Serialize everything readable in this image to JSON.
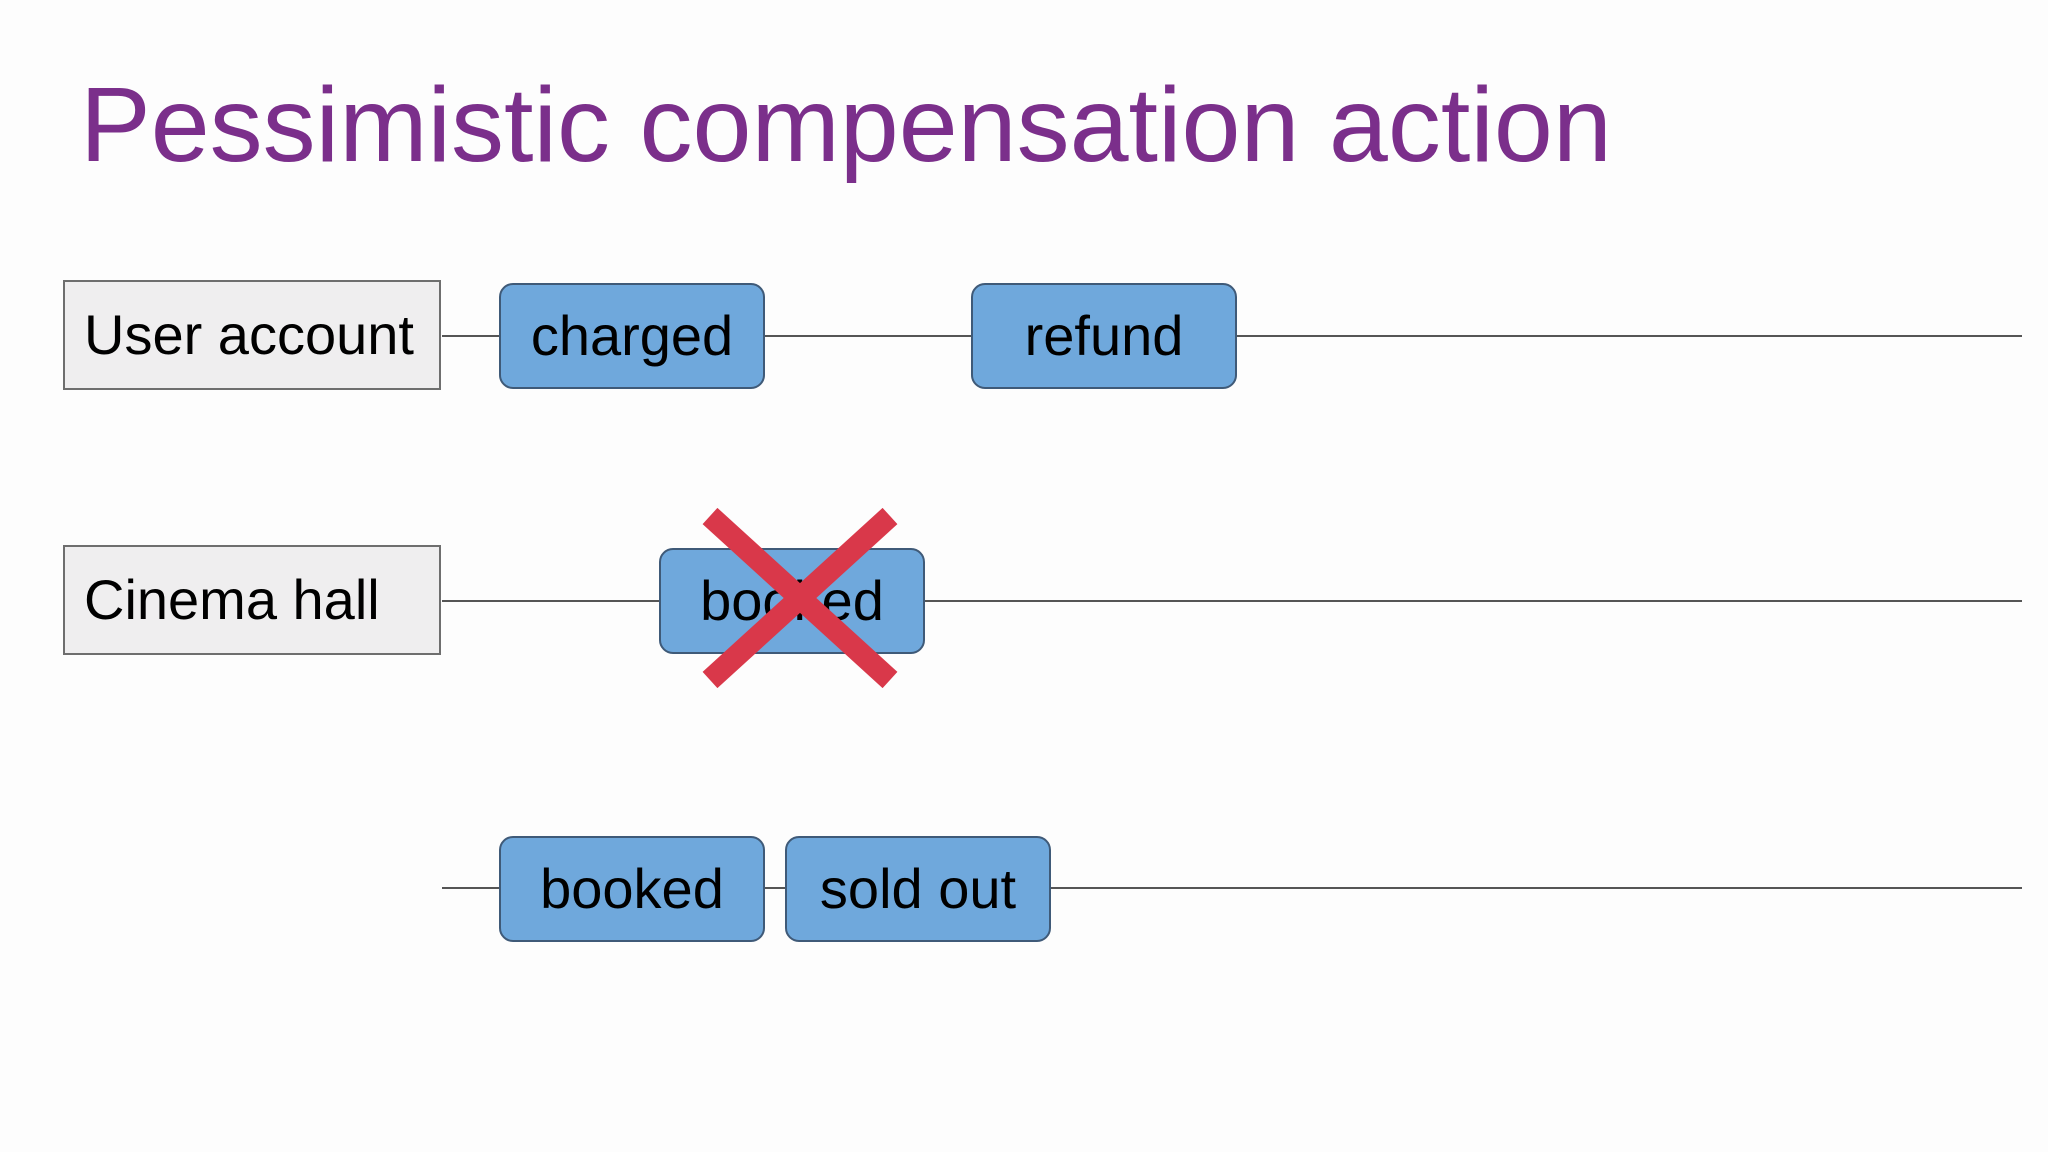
{
  "title": "Pessimistic compensation action",
  "colors": {
    "title": "#7b2f8b",
    "event_fill": "#6fa8dc",
    "event_border": "#3f5a78",
    "lane_fill": "#efeeef",
    "lane_border": "#6e6e6e",
    "line": "#555555",
    "cancel_mark": "#d9384a"
  },
  "lanes": [
    {
      "label": "User account",
      "events": [
        {
          "label": "charged"
        },
        {
          "label": "refund"
        }
      ]
    },
    {
      "label": "Cinema hall",
      "events": [
        {
          "label": "booked",
          "cancelled": true
        }
      ]
    },
    {
      "label": "",
      "events": [
        {
          "label": "booked"
        },
        {
          "label": "sold out"
        }
      ]
    }
  ],
  "icons": {
    "cancel": "cross-mark-icon"
  }
}
